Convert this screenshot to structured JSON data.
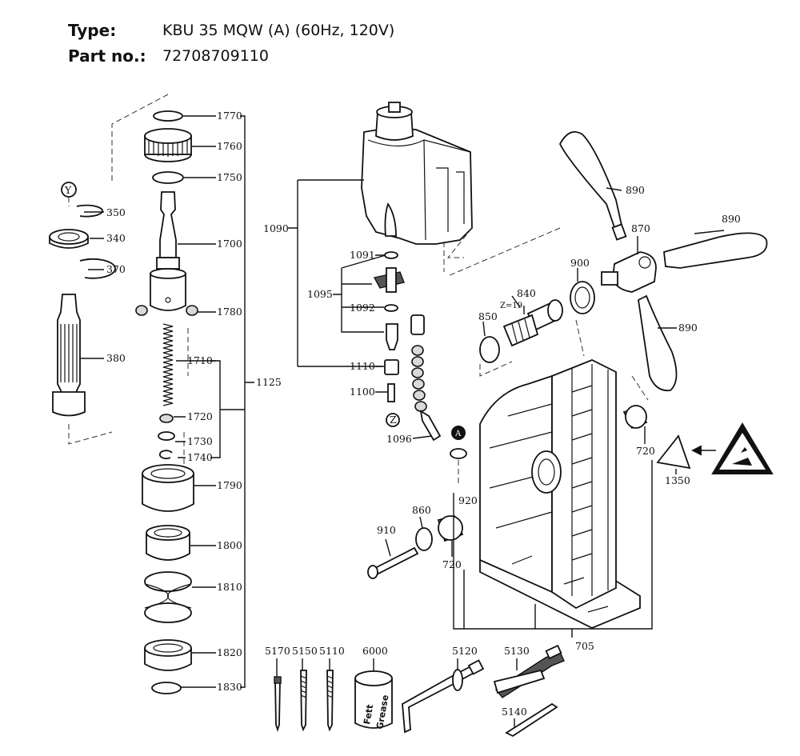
{
  "header": {
    "type_label": "Type:",
    "type_value": "KBU 35 MQW (A) (60Hz, 120V)",
    "part_label": "Part no.:",
    "part_value": "72708709110"
  },
  "markers": {
    "y": "Y",
    "z": "Z",
    "a": "A"
  },
  "gear_note": "Z=19",
  "grease_can": {
    "line1": "Fett",
    "line2": "Grease"
  },
  "labels": {
    "p1770": "1770",
    "p1760": "1760",
    "p1750": "1750",
    "p1700": "1700",
    "p1780": "1780",
    "p1710": "1710",
    "p1720": "1720",
    "p1730": "1730",
    "p1740": "1740",
    "p1790": "1790",
    "p1800": "1800",
    "p1810": "1810",
    "p1820": "1820",
    "p1830": "1830",
    "p1125": "1125",
    "p350": "350",
    "p340": "340",
    "p370": "370",
    "p380": "380",
    "p1090": "1090",
    "p1091": "1091",
    "p1095": "1095",
    "p1092": "1092",
    "p1110": "1110",
    "p1100": "1100",
    "p1096": "1096",
    "p890a": "890",
    "p890b": "890",
    "p890c": "890",
    "p870": "870",
    "p900": "900",
    "p840": "840",
    "p850": "850",
    "p720a": "720",
    "p720b": "720",
    "p1350": "1350",
    "p920": "920",
    "p860": "860",
    "p910": "910",
    "p705": "705",
    "p5170": "5170",
    "p5150": "5150",
    "p5110": "5110",
    "p6000": "6000",
    "p5120": "5120",
    "p5130": "5130",
    "p5140": "5140"
  }
}
